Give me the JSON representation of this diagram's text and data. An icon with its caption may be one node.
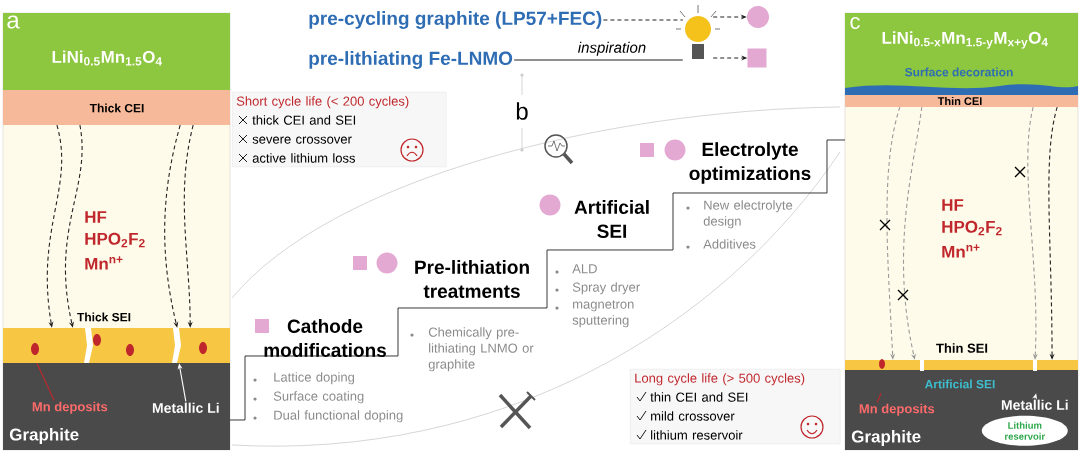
{
  "diagram": {
    "nodes": [
      {
        "text": [
          "LiNi$_{0.5}$Mn$_{1.5}$O$_{4}$"
        ]
      },
      {
        "text": [
          "Thick CEI"
        ]
      },
      {
        "text": [
          "Thick SEI"
        ]
      },
      {
        "text": [
          "Graphite"
        ]
      },
      {
        "text": [
          "Mn deposits"
        ],
        "in": 3
      },
      {
        "text": [
          "Metallic Li"
        ],
        "in": 3
      },
      {
        "text": [
          "pre-cycling graphite (LP57+FEC)"
        ]
      },
      {
        "text": [
          "pre-lithiating Fe-LNMO"
        ]
      },
      {
        "text": [],
        "shape": "picture"
      },
      {
        "text": [],
        "shape": "circle"
      },
      {
        "text": [],
        "shape": "box"
      },
      {
        "text": [
          "Short cycle life (< 200 cycles)",
          "thick CEI and SEI",
          "severe crossover",
          "active lithium loss"
        ]
      },
      {
        "text": [
          "Cathode modifications",
          "Lattice doping",
          "Surface coating",
          "Dual functional doping"
        ]
      },
      {
        "text": [
          "Pre-lithiation treatments",
          "Chemically pre-lithiating LNMO or graphite"
        ]
      },
      {
        "text": [
          "Artificial SEI",
          "ALD",
          "Spray dryer",
          "magnetron sputtering"
        ]
      },
      {
        "text": [
          "Electrolyte optimizations",
          "New electrolyte design",
          "Additives"
        ]
      },
      {
        "text": [
          "Long cycle life (> 500 cycles)",
          "thin CEI and SEI",
          "mild crossover",
          "lithium reservoir"
        ]
      },
      {
        "text": [
          "LiNi$_{0.5-x}$Mn$_{1.5-y}$M$_{x+y}$O$_{4}$",
          "Surface decoration"
        ]
      },
      {
        "text": [
          "Thin CEI"
        ]
      },
      {
        "text": [
          "Thin SEI"
        ]
      },
      {
        "text": [
          "Artificial SEI"
        ]
      },
      {
        "text": [
          "Graphite"
        ]
      },
      {
        "text": [
          "Mn deposits"
        ],
        "in": 21
      },
      {
        "text": [
          "Metallic Li"
        ],
        "in": 21
      },
      {
        "text": [
          "Lithium reservoir"
        ],
        "in": 21
      }
    ],
    "edges": [
      {
        "from": 1,
        "to": 2,
        "arrow": "to",
        "style": "dashed"
      },
      {
        "from": 1,
        "to": 2,
        "arrow": "to",
        "style": "dashed"
      },
      {
        "from": 1,
        "to": 2,
        "arrow": "to",
        "style": "dashed"
      },
      {
        "from": 1,
        "to": 2,
        "arrow": "to",
        "style": "dashed"
      },
      {
        "from": 4,
        "to": 2,
        "arrow": "none",
        "color": "#c0272d"
      },
      {
        "from": 5,
        "to": 2,
        "arrow": "to",
        "color": "#ffffff"
      },
      {
        "from": 6,
        "to": 8,
        "arrow": "none",
        "style": "dashed"
      },
      {
        "from": 7,
        "to": 8,
        "arrow": "none",
        "label": "inspiration"
      },
      {
        "from": 8,
        "to": 9,
        "arrow": "to",
        "style": "dashed"
      },
      {
        "from": 8,
        "to": 10,
        "arrow": "to",
        "style": "dashed"
      },
      {
        "from": 18,
        "to": 19,
        "arrow": "to",
        "style": "dashed",
        "color": "#9a9a9a"
      },
      {
        "from": 18,
        "to": 19,
        "arrow": "to",
        "style": "dashed",
        "color": "#9a9a9a"
      },
      {
        "from": 18,
        "to": 19,
        "arrow": "to",
        "style": "dashed",
        "color": "#9a9a9a"
      },
      {
        "from": 18,
        "to": 19,
        "arrow": "to",
        "style": "dashed"
      },
      {
        "from": 22,
        "to": 20,
        "arrow": "none",
        "color": "#c0272d"
      },
      {
        "from": 23,
        "to": 20,
        "arrow": "to",
        "color": "#ffffff"
      }
    ],
    "labels": [
      "a",
      "HF",
      "HPO$_{2}$F$_{2}$",
      "Mn$^{n+}$",
      "b",
      "c",
      "HF",
      "HPO$_{2}$F$_{2}$",
      "Mn$^{n+}$"
    ]
  }
}
